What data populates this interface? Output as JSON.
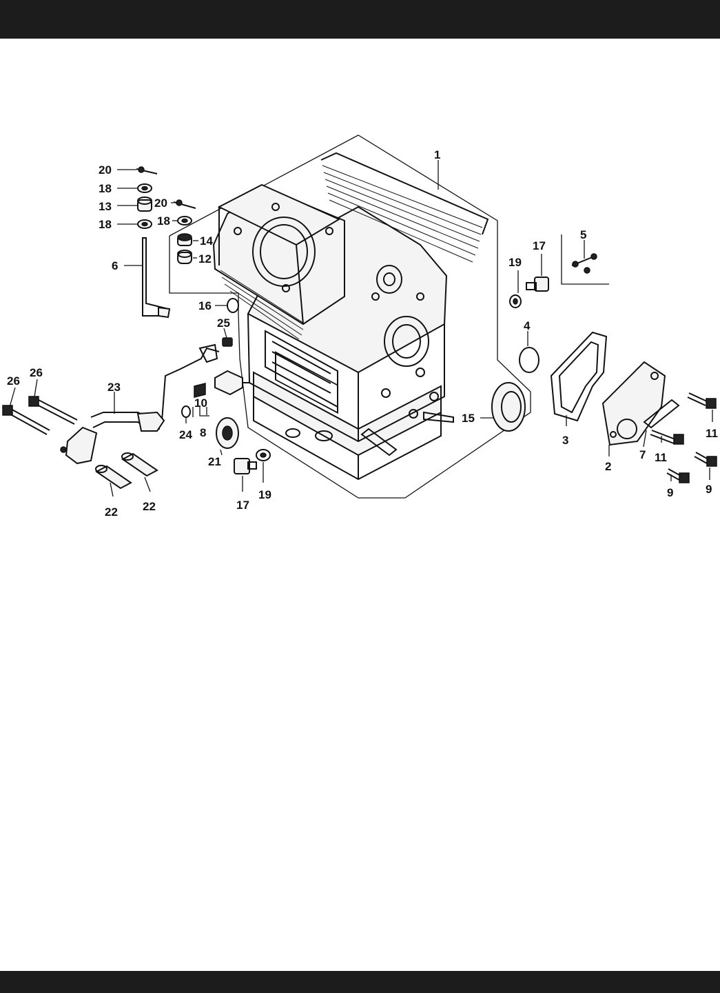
{
  "colors": {
    "band": "#1c1c1c",
    "ink": "#111111",
    "paper": "#ffffff"
  },
  "callouts": {
    "c1": "1",
    "c2": "2",
    "c3": "3",
    "c4": "4",
    "c5": "5",
    "c6": "6",
    "c7": "7",
    "c8": "8",
    "c9a": "9",
    "c9b": "9",
    "c10": "10",
    "c11a": "11",
    "c11b": "11",
    "c12": "12",
    "c13": "13",
    "c14": "14",
    "c15": "15",
    "c16": "16",
    "c17a": "17",
    "c17b": "17",
    "c18a": "18",
    "c18b": "18",
    "c18c": "18",
    "c19a": "19",
    "c19b": "19",
    "c20a": "20",
    "c20b": "20",
    "c21": "21",
    "c22a": "22",
    "c22b": "22",
    "c23": "23",
    "c24": "24",
    "c25": "25",
    "c26a": "26",
    "c26b": "26"
  }
}
